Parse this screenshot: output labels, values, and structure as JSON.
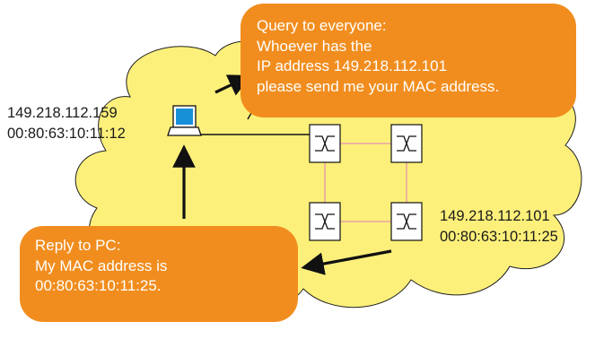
{
  "pc": {
    "ip": "149.218.112.159",
    "mac": "00:80:63:10:11:12",
    "icon": "laptop-icon"
  },
  "target": {
    "ip": "149.218.112.101",
    "mac": "00:80:63:10:11:25"
  },
  "query_bubble": {
    "lines": [
      "Query to everyone:",
      "Whoever has the",
      "IP address 149.218.112.101",
      "please send me your MAC address."
    ]
  },
  "reply_bubble": {
    "lines": [
      "Reply to PC:",
      "My MAC address is",
      "00:80:63:10:11:25."
    ]
  },
  "switches": [
    {
      "id": "switch-top-left",
      "icon": "switch-icon"
    },
    {
      "id": "switch-top-right",
      "icon": "switch-icon"
    },
    {
      "id": "switch-bottom-left",
      "icon": "switch-icon"
    },
    {
      "id": "switch-bottom-right",
      "icon": "switch-icon"
    }
  ],
  "colors": {
    "cloud": "#fdf07a",
    "bubble": "#f18d1e",
    "ring_links": "#e7a4a4",
    "pc_screen": "#1890d8"
  }
}
